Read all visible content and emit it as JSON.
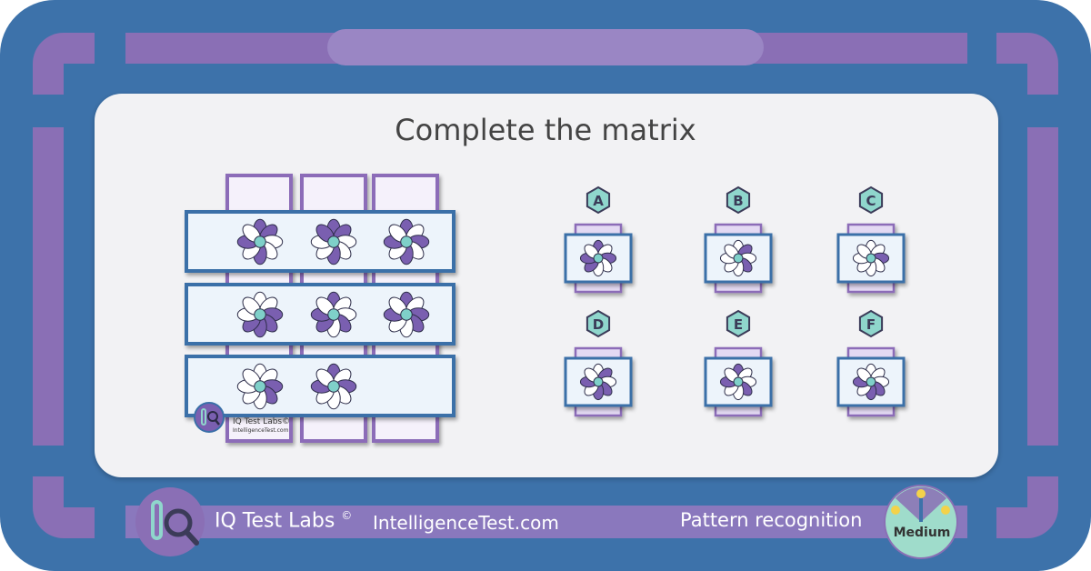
{
  "puzzle": {
    "title": "Complete the matrix",
    "option_labels": [
      "A",
      "B",
      "C",
      "D",
      "E",
      "F"
    ]
  },
  "watermark": {
    "name": "IQ Test Labs©",
    "site": "IntelligenceTest.com"
  },
  "footer": {
    "brand": "IQ Test Labs",
    "copyright": "©",
    "site": "IntelligenceTest.com",
    "category": "Pattern recognition",
    "difficulty": "Medium"
  },
  "colors": {
    "outer_blue": "#3d72aa",
    "purple": "#8a6fb5",
    "card_bg": "#f2f2f4",
    "row_fill": "#edf4fb",
    "row_border": "#3a6fa8",
    "col_border": "#8c6cb8",
    "col_fill": "#f5f1fb",
    "petal_purple": "#7a5fb0",
    "petal_white": "#ffffff",
    "flower_center": "#7fd0c9",
    "hex_fill": "#8fd6cc",
    "gauge_fill": "#9fdccb"
  },
  "icons": {
    "logo": "magnifier-test-tube-icon",
    "watermark": "magnifier-test-tube-icon",
    "gauge": "difficulty-gauge-icon"
  },
  "matrix": {
    "rows": [
      [
        [
          1,
          1,
          0,
          0,
          1,
          0,
          1,
          0
        ],
        [
          1,
          1,
          0,
          0,
          1,
          0,
          0,
          1
        ],
        [
          1,
          0,
          1,
          0,
          1,
          0,
          1,
          0
        ]
      ],
      [
        [
          0,
          0,
          1,
          1,
          1,
          1,
          0,
          0
        ],
        [
          1,
          0,
          0,
          1,
          0,
          1,
          1,
          0
        ],
        [
          1,
          0,
          1,
          1,
          0,
          0,
          1,
          0
        ]
      ],
      [
        [
          0,
          0,
          1,
          1,
          0,
          0,
          0,
          0
        ],
        [
          1,
          0,
          1,
          0,
          0,
          0,
          1,
          0
        ],
        null
      ]
    ]
  },
  "options": [
    {
      "label": "A",
      "pattern": [
        1,
        0,
        1,
        0,
        0,
        1,
        1,
        0
      ]
    },
    {
      "label": "B",
      "pattern": [
        0,
        1,
        0,
        1,
        0,
        0,
        0,
        0
      ]
    },
    {
      "label": "C",
      "pattern": [
        0,
        0,
        1,
        0,
        0,
        0,
        0,
        0
      ]
    },
    {
      "label": "D",
      "pattern": [
        0,
        1,
        0,
        1,
        1,
        0,
        1,
        0
      ]
    },
    {
      "label": "E",
      "pattern": [
        1,
        0,
        0,
        1,
        0,
        0,
        1,
        0
      ]
    },
    {
      "label": "F",
      "pattern": [
        0,
        0,
        0,
        1,
        1,
        0,
        1,
        0
      ]
    }
  ]
}
